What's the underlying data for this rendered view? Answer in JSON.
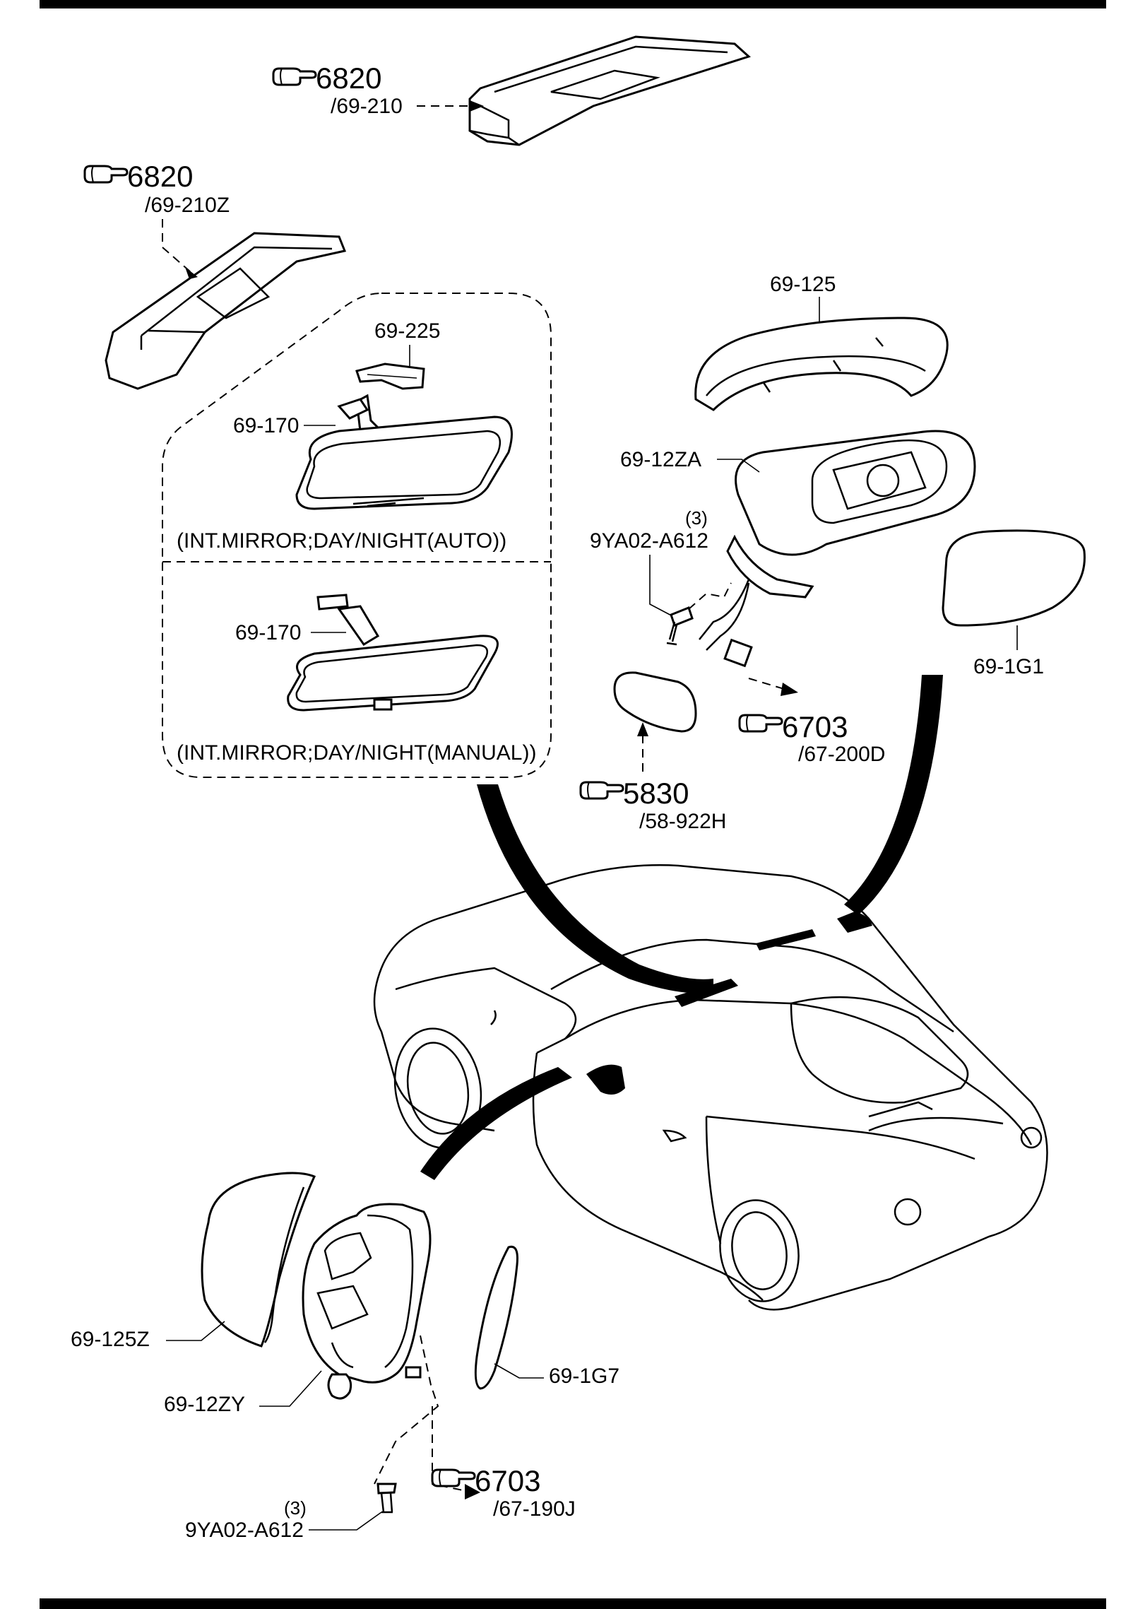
{
  "labels": {
    "ref_6820_top": "6820",
    "sub_69_210": "/69-210",
    "ref_6820_left": "6820",
    "sub_69_210z": "/69-210Z",
    "p_69_125": "69-125",
    "p_69_225": "69-225",
    "p_69_170_auto": "69-170",
    "p_69_12za": "69-12ZA",
    "qty_right": "(3)",
    "bolt_right": "9YA02-A612",
    "caption_auto": "(INT.MIRROR;DAY/NIGHT(AUTO))",
    "p_69_170_manual": "69-170",
    "caption_manual": "(INT.MIRROR;DAY/NIGHT(MANUAL))",
    "p_69_1g1": "69-1G1",
    "ref_6703_right": "6703",
    "sub_67_200d": "/67-200D",
    "ref_5830": "5830",
    "sub_58_922h": "/58-922H",
    "p_69_125z": "69-125Z",
    "p_69_1g7": "69-1G7",
    "p_69_12zy": "69-12ZY",
    "ref_6703_bottom": "6703",
    "sub_67_190j": "/67-190J",
    "qty_bottom": "(3)",
    "bolt_bottom": "9YA02-A612"
  },
  "icons": {
    "reference": "pointing-hand-icon"
  }
}
